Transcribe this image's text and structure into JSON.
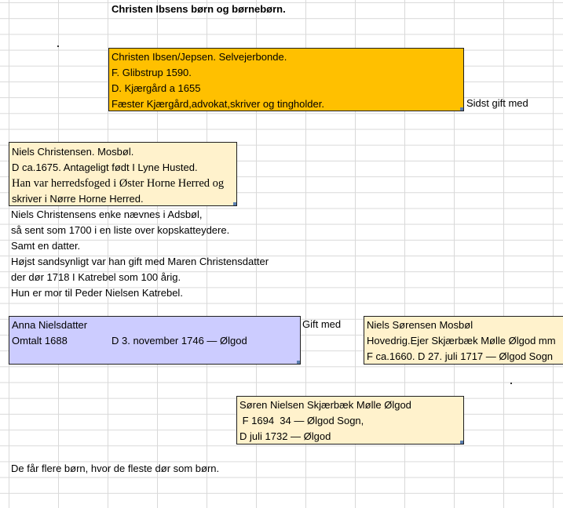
{
  "sheet": {
    "title": "Christen Ibsens børn og børnebørn.",
    "side_note_married": "Sidst gift med",
    "gift_med": "Gift med",
    "bottom_note": "De får flere børn, hvor de fleste dør som børn."
  },
  "christen": {
    "color": "#ffc000",
    "lines": [
      "Christen Ibsen/Jepsen. Selvejerbonde.",
      "F. Glibstrup  1590.",
      "D. Kjærgård a 1655",
      "Fæster Kjærgård,advokat,skriver og tingholder."
    ]
  },
  "niels_c": {
    "color": "#fff2cc",
    "lines": [
      "Niels Christensen. Mosbøl.",
      "D ca.1675. Antageligt født I Lyne Husted.",
      "Han var herredsfoged i Øster Horne Herred og",
      "skriver i Nørre Horne Herred."
    ]
  },
  "notes": [
    "Niels Christensens enke nævnes i Adsbøl,",
    "så sent som 1700 i en liste over kopskatteydere.",
    "Samt en datter.",
    "Højst sandsynligt var han gift med Maren Christensdatter",
    "der dør 1718 I Katrebel som 100 årig.",
    "Hun er mor til Peder Nielsen Katrebel."
  ],
  "anna": {
    "color": "#ccccff",
    "line1": "Anna Nielsdatter",
    "line2a": "Omtalt 1688",
    "line2b": "D 3. november 1746 — Ølgod"
  },
  "niels_s": {
    "color": "#fff2cc",
    "lines": [
      "Niels Sørensen Mosbøl",
      "Hovedrig.Ejer Skjærbæk Mølle Ølgod mm",
      "F ca.1660. D 27. juli 1717 — Ølgod Sogn"
    ]
  },
  "soren": {
    "color": "#fff2cc",
    "lines": [
      "Søren Nielsen Skjærbæk Mølle Ølgod",
      " F 1694  34 — Ølgod Sogn,",
      "D juli 1732 — Ølgod"
    ]
  }
}
